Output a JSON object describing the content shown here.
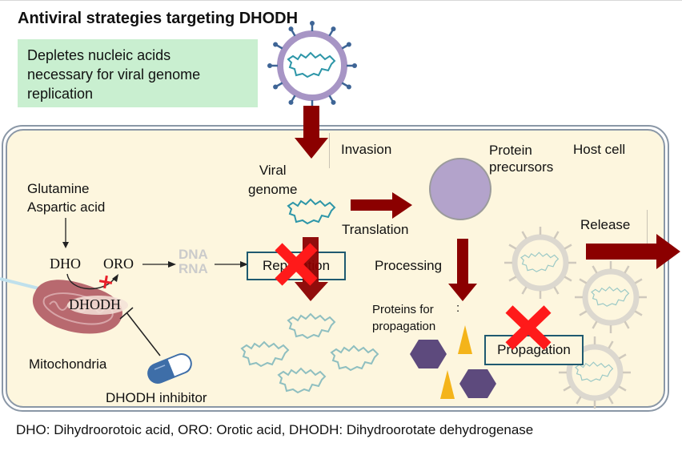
{
  "title": "Antiviral strategies targeting DHODH",
  "summary_box": {
    "lines": [
      "Depletes nucleic acids",
      "necessary for viral genome",
      "replication"
    ],
    "background": "#c9efd0"
  },
  "host_cell": {
    "label": "Host cell",
    "background": "#fdf6de",
    "border": "#8a97a6"
  },
  "steps": {
    "invasion": "Invasion",
    "translation": "Translation",
    "processing": "Processing",
    "release": "Release"
  },
  "labels": {
    "viral_genome": [
      "Viral",
      "genome"
    ],
    "protein_precursors": [
      "Protein",
      "precursors"
    ],
    "proteins_for_propagation": [
      "Proteins for",
      "propagation"
    ],
    "colon_mark": ":",
    "substrates": [
      "Glutamine",
      "Aspartic acid"
    ],
    "dho": "DHO",
    "oro": "ORO",
    "nucleic_acids": [
      "DNA",
      "RNA"
    ],
    "dhodh": "DHODH",
    "mitochondria": "Mitochondria",
    "inhibitor": "DHODH inhibitor"
  },
  "blocked_boxes": {
    "replication": "Replication",
    "propagation": "Propagation"
  },
  "icons": {
    "virus": "virus-icon",
    "genome": "viral-genome-icon",
    "protein_precursor": "purple-circle-icon",
    "protein_hexagon": "hexagon-icon",
    "protein_triangle": "triangle-icon",
    "mitochondrion": "mitochondrion-icon",
    "capsule": "capsule-icon",
    "block_mark": "red-x-icon"
  },
  "colors": {
    "arrow": "#8b0000",
    "block_x": "#ff0000",
    "virus_ring": "#a795c5",
    "virus_spike": "#3e6596",
    "genome": "#2d96a8",
    "protein_circle": "#b3a3cb",
    "hexagon": "#5d4a7d",
    "triangle": "#f4b41a",
    "mitochondria": "#b8696f",
    "capsule_blue": "#3e6ea8",
    "box_border": "#1f5a70",
    "faded_virus": "#dcd8cf"
  },
  "footnote": "DHO: Dihydroorotoic acid, ORO: Orotic acid, DHODH: Dihydroorotate dehydrogenase"
}
